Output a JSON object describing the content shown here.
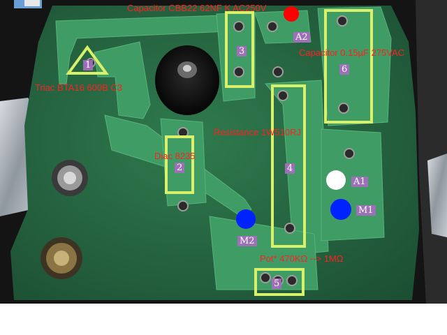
{
  "labels": {
    "triac": "Triac BTA16 600B C3",
    "capacitor_cbb22": "Capacitor CBB22 62NF K AC250V",
    "capacitor_015": "Capacitor 0.15µF 275VAC",
    "resistance": "Resistance 1W510RJ",
    "diac": "Diac 8235",
    "pot": "Pot* 470KΩ --> 1MΩ"
  },
  "markers": {
    "m1": "1",
    "m2": "2",
    "m3": "3",
    "m4": "4",
    "m5": "5",
    "m6": "6",
    "a1": "A1",
    "a2": "A2",
    "mt1": "M1",
    "mt2": "M2"
  },
  "colors": {
    "highlight": "#d8f06a",
    "label_red": "#ff2020",
    "dot_red": "#ff0000",
    "dot_white": "#ffffff",
    "dot_blue": "#0022ff",
    "index_badge": "#a56ebe",
    "pcb_green": "#2e7d4e"
  }
}
